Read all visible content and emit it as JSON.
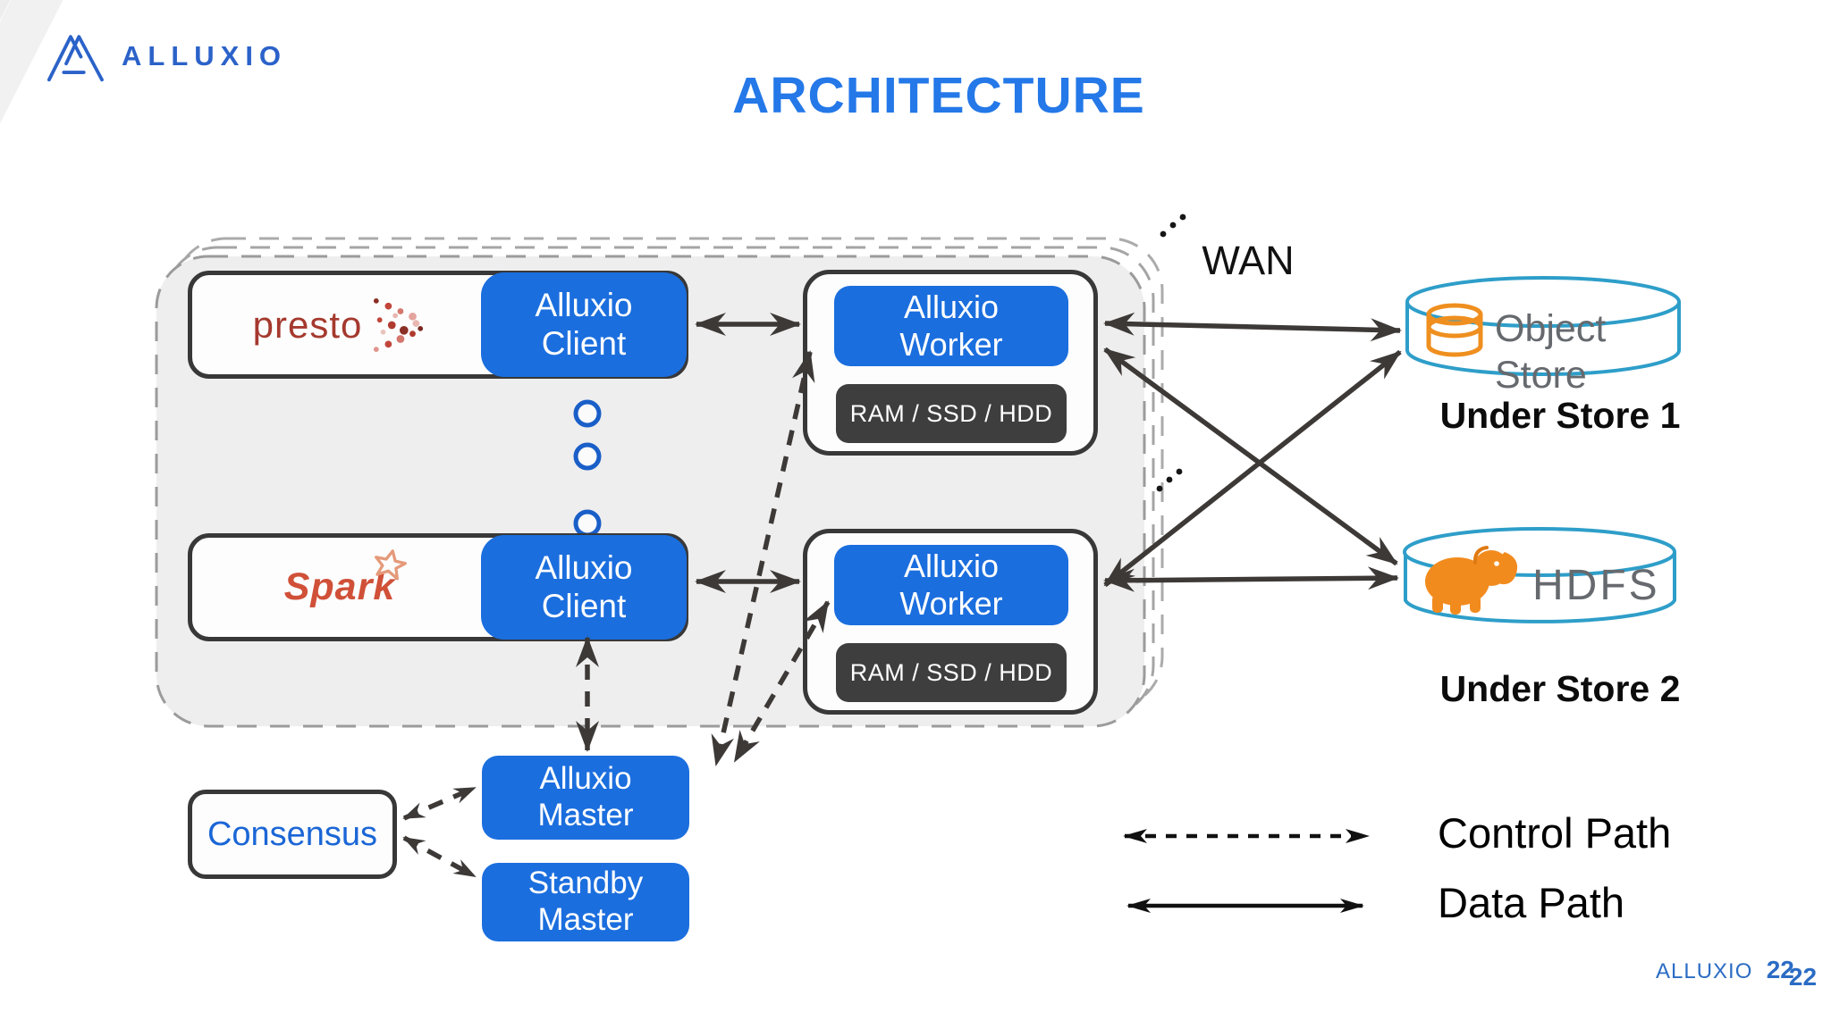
{
  "header": {
    "logo_text": "ALLUXIO",
    "title": "ARCHITECTURE"
  },
  "cluster": {
    "rows": [
      {
        "app_label": "presto",
        "client_label": "Alluxio Client"
      },
      {
        "app_label": "Spark",
        "client_label": "Alluxio Client"
      }
    ],
    "workers": [
      {
        "label": "Alluxio Worker",
        "storage_label": "RAM / SSD / HDD"
      },
      {
        "label": "Alluxio Worker",
        "storage_label": "RAM / SSD / HDD"
      }
    ]
  },
  "masters": {
    "master_label": "Alluxio Master",
    "standby_label": "Standby Master",
    "consensus_label": "Consensus"
  },
  "network": {
    "wan_label": "WAN"
  },
  "under_stores": [
    {
      "name": "Object Store",
      "caption": "Under Store 1"
    },
    {
      "name": "HDFS",
      "caption": "Under Store 2"
    }
  ],
  "legend": {
    "control_label": "Control Path",
    "data_label": "Data Path"
  },
  "footer": {
    "brand": "ALLUXIO",
    "page": "22",
    "page_overlay": "22"
  },
  "colors": {
    "accent_blue": "#1b6ede",
    "title_blue": "#2478e8",
    "logo_blue": "#2b62c9",
    "box_dark": "#3e3e3e",
    "arrow_dark": "#3d3937",
    "cylinder_blue": "#2e9ec9",
    "hadoop_orange": "#f28b1e",
    "presto_red": "#a5392e",
    "spark_red": "#d05038",
    "container_fill": "#efeeee"
  }
}
